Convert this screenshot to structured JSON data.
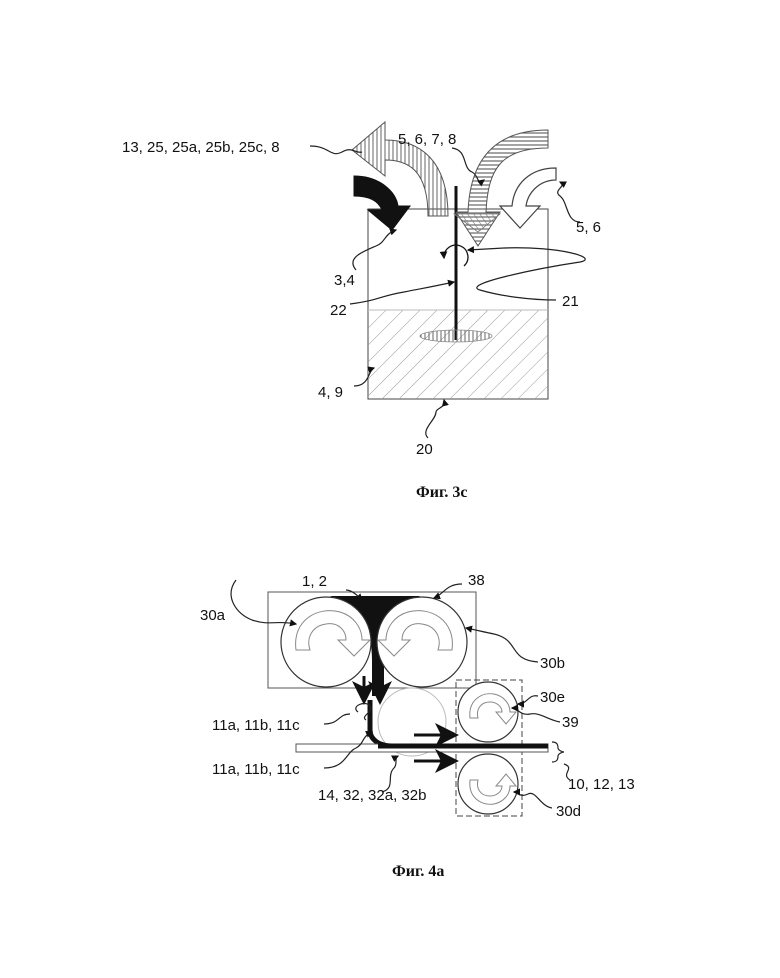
{
  "figure_3c": {
    "caption": "Фиг. 3с",
    "labels": {
      "l1": "13, 25, 25a, 25b, 25c, 8",
      "l2": "5, 6, 7, 8",
      "l3": "5, 6",
      "l4": "3,4",
      "l5": "21",
      "l6": "22",
      "l7": "4, 9",
      "l8": "20"
    }
  },
  "figure_4a": {
    "caption": "Фиг. 4а",
    "labels": {
      "l1": "1, 2",
      "l2": "38",
      "l3": "30a",
      "l4": "30b",
      "l5": "30e",
      "l6": "39",
      "l7": "11a, 11b, 11c",
      "l8": "11a, 11b, 11c",
      "l9": "10, 12, 13",
      "l10": "14, 32, 32a, 32b",
      "l11": "30d"
    }
  }
}
